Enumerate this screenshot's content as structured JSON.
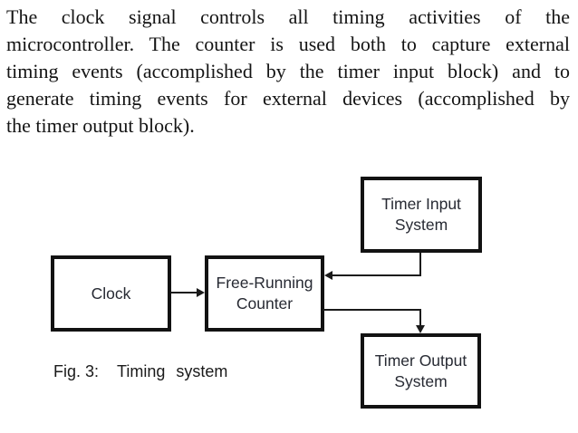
{
  "colors": {
    "background": "#ffffff",
    "body_text": "#141414",
    "box_border": "#121212",
    "box_label": "#272a33",
    "connector": "#1a1a1a"
  },
  "paragraph": {
    "lines": [
      "The clock signal controls all timing activities of the",
      "microcontroller. The counter is used both to capture external",
      "timing events (accomplished by the timer input block) and to",
      "generate timing events for external devices (accomplished by",
      "the timer output block)."
    ]
  },
  "diagram": {
    "blocks": {
      "clock": {
        "label": "Clock"
      },
      "counter": {
        "label": "Free-Running\nCounter"
      },
      "timer_input": {
        "label": "Timer Input\nSystem"
      },
      "timer_output": {
        "label": "Timer Output\nSystem"
      }
    },
    "connections": [
      {
        "from": "Clock",
        "to": "Free-Running Counter"
      },
      {
        "from": "Timer Input System",
        "to": "Free-Running Counter"
      },
      {
        "from": "Free-Running Counter",
        "to": "Timer Output System"
      }
    ],
    "caption": {
      "prefix": "Fig. 3:",
      "text": "Timing system"
    }
  }
}
